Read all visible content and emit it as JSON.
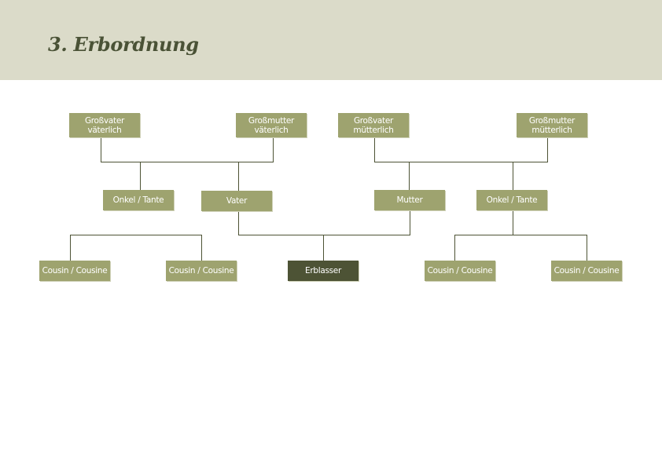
{
  "header": {
    "title": "3. Erbordnung"
  },
  "nodes": {
    "gv_v": {
      "line1": "Großvater",
      "line2": "väterlich"
    },
    "gm_v": {
      "line1": "Großmutter",
      "line2": "väterlich"
    },
    "gv_m": {
      "line1": "Großvater",
      "line2": "mütterlich"
    },
    "gm_m": {
      "line1": "Großmutter",
      "line2": "mütterlich"
    },
    "onkel_v": "Onkel / Tante",
    "vater": "Vater",
    "mutter": "Mutter",
    "onkel_m": "Onkel / Tante",
    "cousin1": "Cousin / Cousine",
    "cousin2": "Cousin / Cousine",
    "erblasser": "Erblasser",
    "cousin3": "Cousin / Cousine",
    "cousin4": "Cousin / Cousine"
  },
  "colors": {
    "box": "#9ea36f",
    "highlight": "#4d5335",
    "header": "#dbdbc9",
    "line": "#4d5335"
  }
}
